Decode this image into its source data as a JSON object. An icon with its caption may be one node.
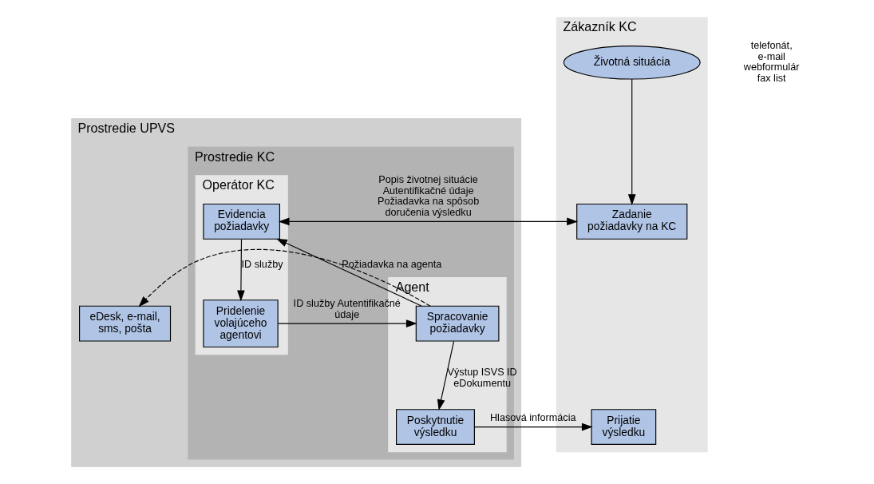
{
  "diagram": {
    "nodes": [
      {
        "text": [
          "Prostredie UPVS"
        ]
      },
      {
        "text": [
          "Prostredie KC"
        ],
        "in": 0
      },
      {
        "text": [
          "Operátor KC"
        ],
        "in": 1
      },
      {
        "text": [
          "Agent"
        ],
        "in": 1
      },
      {
        "text": [
          "Zákazník KC"
        ]
      },
      {
        "text": [
          "Životná situácia"
        ],
        "in": 4
      },
      {
        "text": [
          "Zadanie požiadavky na KC"
        ],
        "in": 4
      },
      {
        "text": [
          "Prijatie výsledku"
        ],
        "in": 4
      },
      {
        "text": [
          "Evidencia požiadavky"
        ],
        "in": 2
      },
      {
        "text": [
          "Pridelenie volajúceho agentovi"
        ],
        "in": 2
      },
      {
        "text": [
          "Spracovanie požiadavky"
        ],
        "in": 3
      },
      {
        "text": [
          "Poskytnutie výsledku"
        ],
        "in": 3
      },
      {
        "text": [
          "eDesk, e-mail, sms, pošta"
        ],
        "in": 0
      }
    ],
    "edges": [
      {
        "from": 5,
        "to": 6,
        "arrow": "to"
      },
      {
        "from": 6,
        "to": 8,
        "arrow": "both",
        "label": "Popis životnej situácie Autentifikačné údaje Požiadavka na spôsob doručenia výsledku"
      },
      {
        "from": 8,
        "to": 9,
        "arrow": "to",
        "label": "ID služby"
      },
      {
        "from": 9,
        "to": 10,
        "arrow": "to",
        "label": "ID služby Autentifikačné údaje"
      },
      {
        "from": 10,
        "to": 8,
        "arrow": "to",
        "label": "Požiadavka na agenta"
      },
      {
        "from": 10,
        "to": 12,
        "arrow": "to",
        "style": "dashed"
      },
      {
        "from": 10,
        "to": 11,
        "arrow": "to",
        "label": "Výstup ISVS ID eDokumentu"
      },
      {
        "from": 11,
        "to": 7,
        "arrow": "to",
        "label": "Hlasová informácia"
      }
    ],
    "labels": [
      "telefonát, e-mail webformulár fax list"
    ]
  }
}
